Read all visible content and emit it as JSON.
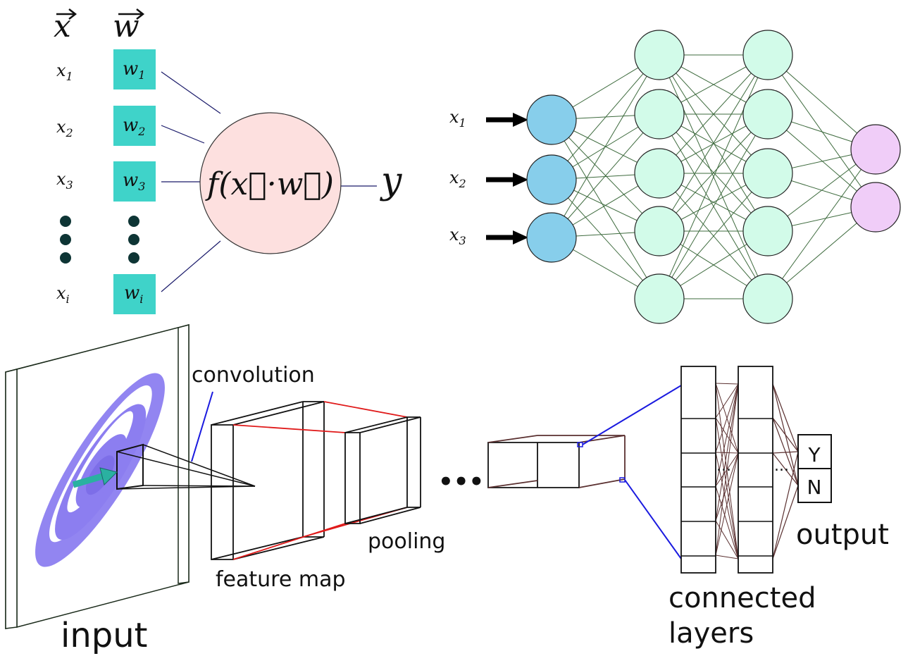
{
  "perceptron": {
    "vector_x_label": "x",
    "vector_w_label": "w",
    "inputs": [
      {
        "x": "x",
        "x_sub": "1",
        "w": "w",
        "w_sub": "1"
      },
      {
        "x": "x",
        "x_sub": "2",
        "w": "w",
        "w_sub": "2"
      },
      {
        "x": "x",
        "x_sub": "3",
        "w": "w",
        "w_sub": "3"
      },
      {
        "x": "x",
        "x_sub": "i",
        "w": "w",
        "w_sub": "i"
      }
    ],
    "neuron_label": "f(x⃗·w⃗)",
    "output_label": "y",
    "colors": {
      "weight_box": "#3fd3c9",
      "neuron_fill": "#fde0df",
      "dots": "#0e3535"
    }
  },
  "mlp": {
    "input_labels": [
      {
        "x": "x",
        "sub": "1"
      },
      {
        "x": "x",
        "sub": "2"
      },
      {
        "x": "x",
        "sub": "3"
      }
    ],
    "layers": [
      3,
      5,
      5,
      2
    ],
    "colors": {
      "input": "#87ceeb",
      "hidden": "#d2fbe9",
      "output": "#f0cdf8",
      "edges": "#3e6b3e"
    }
  },
  "cnn": {
    "input_label": "input",
    "convolution_label": "convolution",
    "feature_map_label": "feature map",
    "pooling_label": "pooling",
    "ellipsis": "•••",
    "connected_label_line1": "connected",
    "connected_label_line2": "layers",
    "fc_dots": "...",
    "output_label": "output",
    "output_classes": [
      "Y",
      "N"
    ],
    "colors": {
      "galaxy": "#8c7ef0",
      "arrow": "#2ab1a1",
      "red": "#e01a1a",
      "blue": "#1a1adf",
      "brown": "#5a3030"
    }
  }
}
